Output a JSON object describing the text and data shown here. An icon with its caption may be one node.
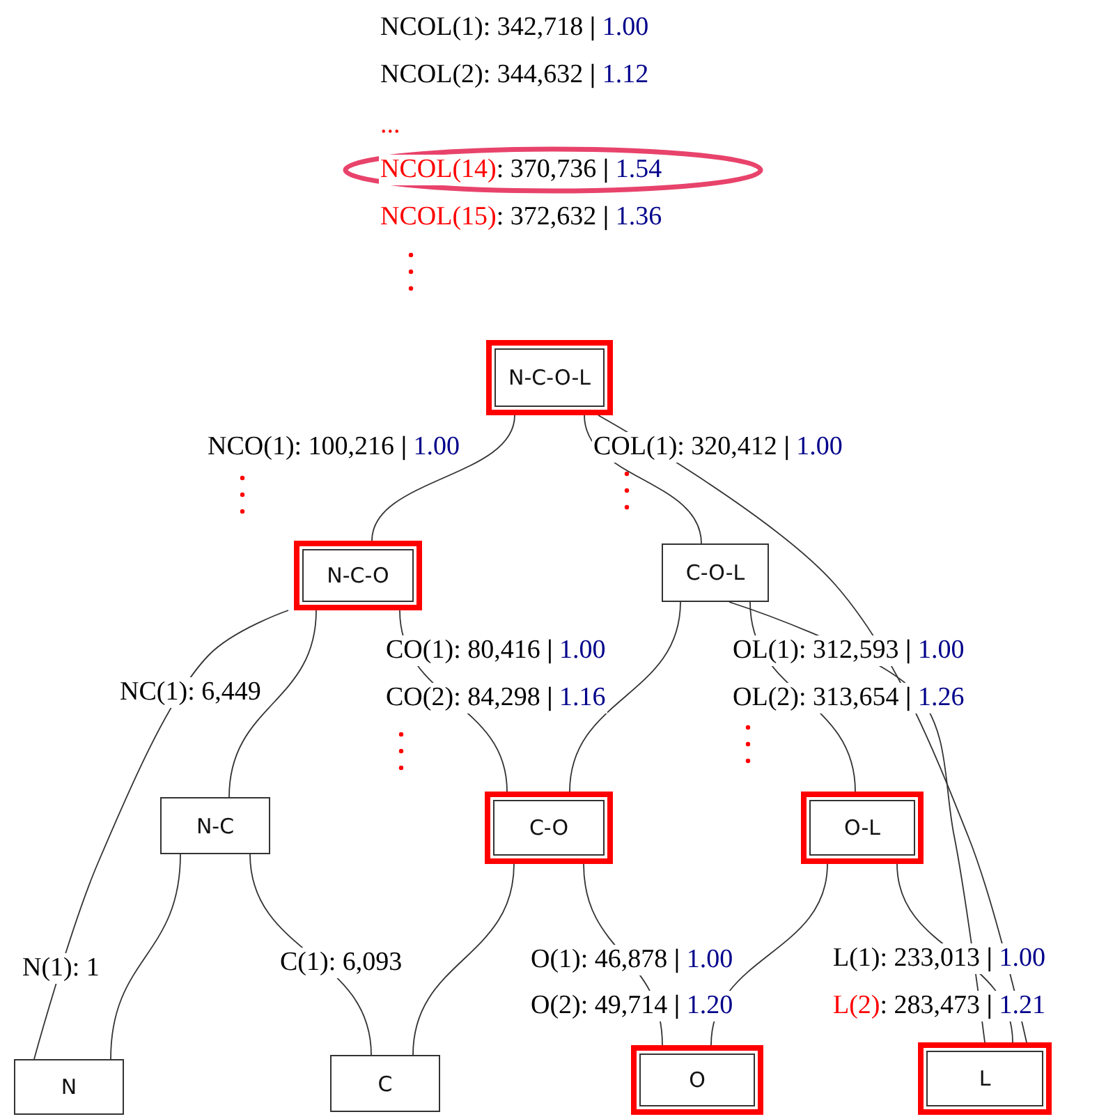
{
  "diagram": {
    "nodes": [
      {
        "text": [
          "N-C-O-L"
        ]
      },
      {
        "text": [
          "N-C-O"
        ]
      },
      {
        "text": [
          "C-O-L"
        ]
      },
      {
        "text": [
          "N-C"
        ]
      },
      {
        "text": [
          "C-O"
        ]
      },
      {
        "text": [
          "O-L"
        ]
      },
      {
        "text": [
          "N"
        ]
      },
      {
        "text": [
          "C"
        ]
      },
      {
        "text": [
          "O"
        ]
      },
      {
        "text": [
          "L"
        ]
      }
    ],
    "edges": [
      {
        "from": 0,
        "to": 1,
        "arrow": "none"
      },
      {
        "from": 0,
        "to": 2,
        "arrow": "none"
      },
      {
        "from": 0,
        "to": 9,
        "arrow": "none"
      },
      {
        "from": 1,
        "to": 3,
        "arrow": "none"
      },
      {
        "from": 1,
        "to": 4,
        "arrow": "none"
      },
      {
        "from": 1,
        "to": 6,
        "arrow": "none"
      },
      {
        "from": 2,
        "to": 4,
        "arrow": "none"
      },
      {
        "from": 2,
        "to": 5,
        "arrow": "none"
      },
      {
        "from": 2,
        "to": 9,
        "arrow": "none"
      },
      {
        "from": 3,
        "to": 6,
        "arrow": "none"
      },
      {
        "from": 3,
        "to": 7,
        "arrow": "none"
      },
      {
        "from": 4,
        "to": 7,
        "arrow": "none"
      },
      {
        "from": 4,
        "to": 8,
        "arrow": "none"
      },
      {
        "from": 5,
        "to": 8,
        "arrow": "none"
      },
      {
        "from": 5,
        "to": 9,
        "arrow": "none"
      }
    ],
    "labels": [
      "NCOL(1): 342,718 | 1.00",
      "NCOL(2): 344,632 | 1.12",
      "...",
      "NCOL(14): 370,736 | 1.54",
      "NCOL(15): 372,632 | 1.36",
      "NCO(1): 100,216 | 1.00",
      "COL(1): 320,412 | 1.00",
      "CO(1): 80,416 | 1.00",
      "OL(1): 312,593 | 1.00",
      "NC(1): 6,449",
      "CO(2): 84,298 | 1.16",
      "OL(2): 313,654 | 1.26",
      "N(1): 1",
      "C(1): 6,093",
      "O(1): 46,878 | 1.00",
      "L(1): 233,013 | 1.00",
      "O(2): 49,714 | 1.20",
      "L(2): 283,473 | 1.21"
    ]
  }
}
